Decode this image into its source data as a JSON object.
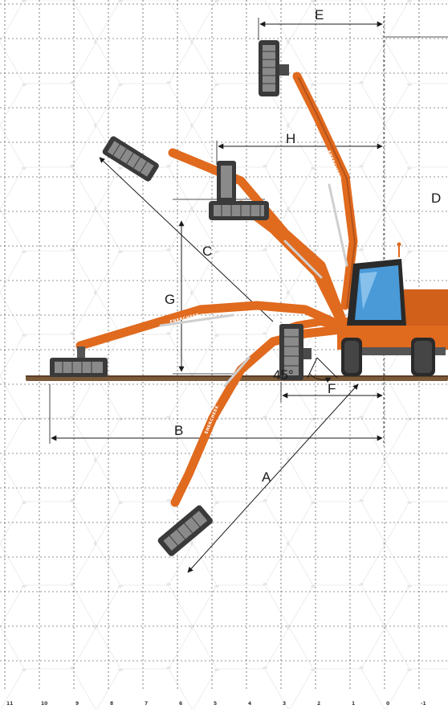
{
  "colors": {
    "boom": "#e06a1e",
    "boom_dark": "#b4521a",
    "head": "#3a3a3a",
    "head_teeth": "#8a8a8a",
    "cab_glass": "#4a9ad8",
    "ground": "#7a5a3a",
    "grid": "#2a2a2a",
    "dimension": "#1a1a1a"
  },
  "brand": "ENERCHEEK",
  "labels": {
    "a": "A",
    "b": "B",
    "c": "C",
    "d": "D",
    "e": "E",
    "f": "F",
    "g": "G",
    "h": "H",
    "angle": "45°"
  },
  "axis_ticks": [
    "11",
    "10",
    "9",
    "8",
    "7",
    "6",
    "5",
    "4",
    "3",
    "2",
    "1",
    "0",
    "-1"
  ]
}
